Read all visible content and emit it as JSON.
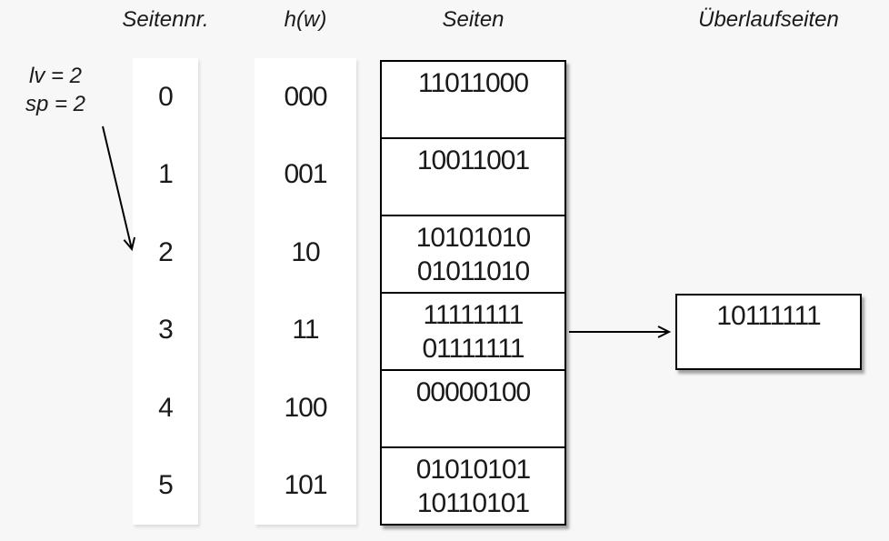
{
  "headers": {
    "page_nr": "Seitennr.",
    "hash": "h(w)",
    "pages": "Seiten",
    "overflow": "Überlaufseiten"
  },
  "annotation": {
    "line1": "lv = 2",
    "line2": "sp = 2"
  },
  "rows": [
    {
      "page_nr": "0",
      "hash": "000",
      "entries": [
        "11011000"
      ]
    },
    {
      "page_nr": "1",
      "hash": "001",
      "entries": [
        "10011001"
      ]
    },
    {
      "page_nr": "2",
      "hash": "10",
      "entries": [
        "10101010",
        "01011010"
      ]
    },
    {
      "page_nr": "3",
      "hash": "11",
      "entries": [
        "11111111",
        "01111111"
      ]
    },
    {
      "page_nr": "4",
      "hash": "100",
      "entries": [
        "00000100"
      ]
    },
    {
      "page_nr": "5",
      "hash": "101",
      "entries": [
        "01010101",
        "10110101"
      ]
    }
  ],
  "overflow_page": {
    "entries": [
      "10111111"
    ]
  },
  "colors": {
    "background": "#f7f7f7",
    "box_fill": "#ffffff",
    "line": "#000000",
    "text": "#1a1a1a"
  }
}
